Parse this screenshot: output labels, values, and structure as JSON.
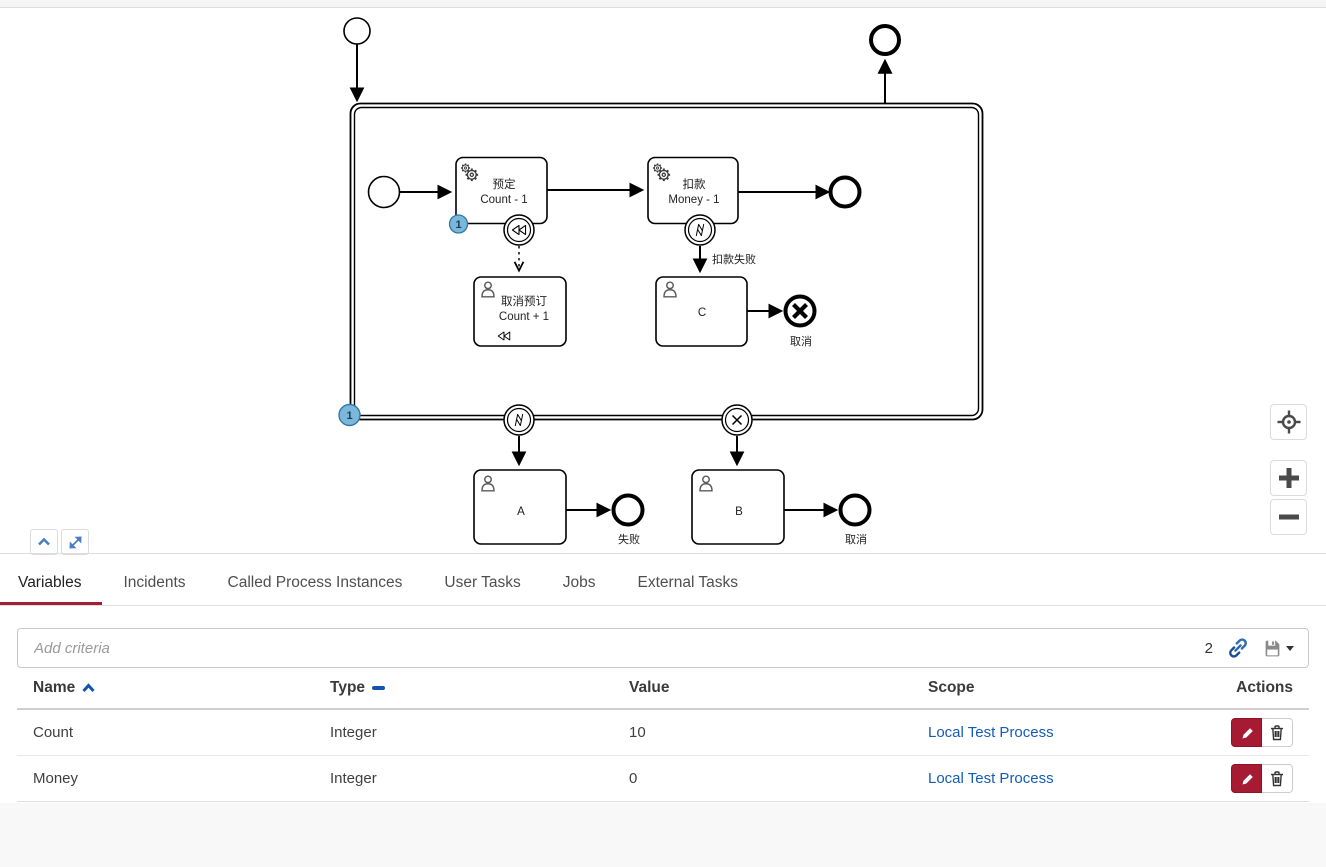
{
  "colors": {
    "accent_red": "#a61b31",
    "link_blue": "#155cb5",
    "sort_blue": "#1353b4",
    "badge_fill": "#7cb7d9",
    "badge_border": "#2e7aab"
  },
  "diagram": {
    "subprocess_marker_count": "1",
    "tasks": {
      "reserve": {
        "line1": "预定",
        "line2": "Count - 1",
        "marker_count": "1"
      },
      "charge": {
        "line1": "扣款",
        "line2": "Money - 1"
      },
      "cancel_reserve": {
        "line1": "取消预订",
        "line2": "Count + 1"
      },
      "c": {
        "label": "C"
      },
      "a": {
        "label": "A"
      },
      "b": {
        "label": "B"
      }
    },
    "edge_labels": {
      "charge_failed": "扣款失败",
      "cancel_after_c": "取消",
      "failed_after_a": "失败",
      "cancel_after_b": "取消"
    }
  },
  "tabs": {
    "items": [
      {
        "label": "Variables",
        "active": true
      },
      {
        "label": "Incidents",
        "active": false
      },
      {
        "label": "Called Process Instances",
        "active": false
      },
      {
        "label": "User Tasks",
        "active": false
      },
      {
        "label": "Jobs",
        "active": false
      },
      {
        "label": "External Tasks",
        "active": false
      }
    ]
  },
  "filter": {
    "placeholder": "Add criteria",
    "count": "2"
  },
  "table": {
    "headers": {
      "name": "Name",
      "type": "Type",
      "value": "Value",
      "scope": "Scope",
      "actions": "Actions"
    },
    "rows": [
      {
        "name": "Count",
        "type": "Integer",
        "value": "10",
        "scope": "Local Test Process"
      },
      {
        "name": "Money",
        "type": "Integer",
        "value": "0",
        "scope": "Local Test Process"
      }
    ]
  }
}
